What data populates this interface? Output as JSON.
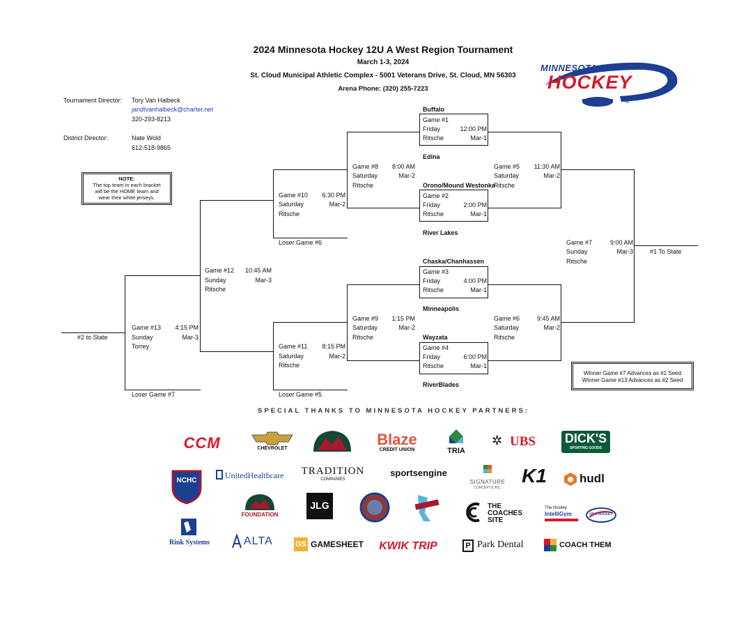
{
  "header": {
    "title": "2024 Minnesota Hockey 12U A West Region Tournament",
    "dates": "March 1-3, 2024",
    "venue": "St. Cloud Municipal Athletic Complex - 5001 Veterans Drive, St. Cloud, MN 56303",
    "phone": "Arena Phone: (320) 255-7223",
    "logo_top": "MINNESOTA",
    "logo_bottom": "HOCKEY",
    "logo_tm": "TM"
  },
  "directors": {
    "td_label": "Tournament Director:",
    "td_name": "Tory Van Halbeck",
    "td_email": "jandtvanhalbeck@charter.net",
    "td_phone": "320-293-8213",
    "dd_label": "District Director:",
    "dd_name": "Nate Wold",
    "dd_phone": "612-518-9865"
  },
  "note": {
    "heading": "NOTE:",
    "line1": "The top team in each bracket",
    "line2": "will be the HOME team and",
    "line3": "wear their white jerseys."
  },
  "seeds": {
    "line1": "Winner Game #7 Advances as #1 Seed",
    "line2": "Winner Game #13 Advances as #2 Seed"
  },
  "teams": {
    "buffalo": "Buffalo",
    "edina": "Edina",
    "orono": "Orono/Mound Westonka",
    "river_lakes": "River Lakes",
    "chaska": "Chaska/Chanhassen",
    "minneapolis": "Minneapolis",
    "wayzata": "Wayzata",
    "riverblades": "RiverBlades"
  },
  "games": {
    "g1": {
      "name": "Game #1",
      "day": "Friday",
      "time": "12:00 PM",
      "rink": "Ritsche",
      "date": "Mar-1"
    },
    "g2": {
      "name": "Game #2",
      "day": "Friday",
      "time": "2:00 PM",
      "rink": "Ritsche",
      "date": "Mar-1"
    },
    "g3": {
      "name": "Game #3",
      "day": "Friday",
      "time": "4:00 PM",
      "rink": "Ritsche",
      "date": "Mar-1"
    },
    "g4": {
      "name": "Game #4",
      "day": "Friday",
      "time": "6:00 PM",
      "rink": "Ritsche",
      "date": "Mar-1"
    },
    "g5": {
      "name": "Game #5",
      "day": "Saturday",
      "time": "11:30 AM",
      "rink": "Ritsche",
      "date": "Mar-2"
    },
    "g6": {
      "name": "Game #6",
      "day": "Saturday",
      "time": "9:45 AM",
      "rink": "Ritsche",
      "date": "Mar-2"
    },
    "g7": {
      "name": "Game #7",
      "day": "Sunday",
      "time": "9:00 AM",
      "rink": "Ritsche",
      "date": "Mar-3"
    },
    "g8": {
      "name": "Game #8",
      "day": "Saturday",
      "time": "8:00 AM",
      "rink": "Ritsche",
      "date": "Mar-2"
    },
    "g9": {
      "name": "Game #9",
      "day": "Saturday",
      "time": "1:15 PM",
      "rink": "Ritsche",
      "date": "Mar-2"
    },
    "g10": {
      "name": "Game #10",
      "day": "Saturday",
      "time": "6:30 PM",
      "rink": "Ritsche",
      "date": "Mar-2"
    },
    "g11": {
      "name": "Game #11",
      "day": "Saturday",
      "time": "8:15 PM",
      "rink": "Ritsche",
      "date": "Mar-2"
    },
    "g12": {
      "name": "Game #12",
      "day": "Sunday",
      "time": "10:45 AM",
      "rink": "Ritsche",
      "date": "Mar-3"
    },
    "g13": {
      "name": "Game #13",
      "day": "Sunday",
      "time": "4:15 PM",
      "rink": "Torrey",
      "date": "Mar-3"
    }
  },
  "bracket": {
    "loser6": "Loser Game #6",
    "loser5": "Loser Game #5",
    "loser7": "Loser Game #7",
    "to_state_1": "#1 To State",
    "to_state_2": "#2 to State"
  },
  "sponsors": {
    "heading": "SPECIAL THANKS TO MINNESOTA HOCKEY PARTNERS:",
    "ccm": "CCM",
    "chevrolet": "CHEVROLET",
    "wild": "MINNESOTA WILD",
    "blaze": "Blaze",
    "blaze_sub": "CREDIT UNION",
    "tria": "TRIA",
    "ubs": "UBS",
    "dicks": "DICK'S",
    "dicks_sub": "SPORTING GOODS",
    "nchc": "NCHC",
    "uhc": "UnitedHealthcare",
    "tradition": "TRADITION",
    "tradition_sub": "COMPANIES",
    "sportsengine": "sportsengine",
    "signature": "SIGNATURE",
    "signature_sub": "CONCEPTS INC.",
    "k1": "K1",
    "hudl": "hudl",
    "wild_foundation": "FOUNDATION",
    "jlg": "JLG",
    "coaches1": "THE",
    "coaches2": "COACHES",
    "coaches3": "SITE",
    "intelligym1": "The Hockey",
    "intelligym2": "IntelliGym",
    "usa_hockey": "USA HOCKEY",
    "rink1": "Rink",
    "rink2": "Systems",
    "alta": "ALTA",
    "gamesheet": "GAMESHEET",
    "kwiktrip": "KWIK TRIP",
    "parkdental": "Park Dental",
    "coachthem": "COACH THEM"
  },
  "colors": {
    "mn_red": "#d7182a",
    "mn_blue": "#1d3f91",
    "wild_green": "#154734",
    "link_blue": "#1a3fb5"
  }
}
